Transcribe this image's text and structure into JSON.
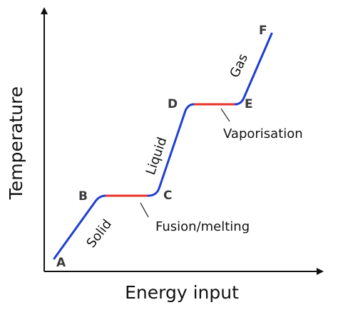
{
  "axes": {
    "x_title": "Energy input",
    "y_title": "Temperature"
  },
  "points": {
    "a": "A",
    "b": "B",
    "c": "C",
    "d": "D",
    "e": "E",
    "f": "F"
  },
  "phases": {
    "solid": "Solid",
    "liquid": "Liquid",
    "gas": "Gas"
  },
  "transitions": {
    "fusion": "Fusion/melting",
    "vaporisation": "Vaporisation"
  },
  "colors": {
    "phase_segment": "#1f3fd1",
    "transition_segment": "#e8332b",
    "axis": "#111111"
  }
}
